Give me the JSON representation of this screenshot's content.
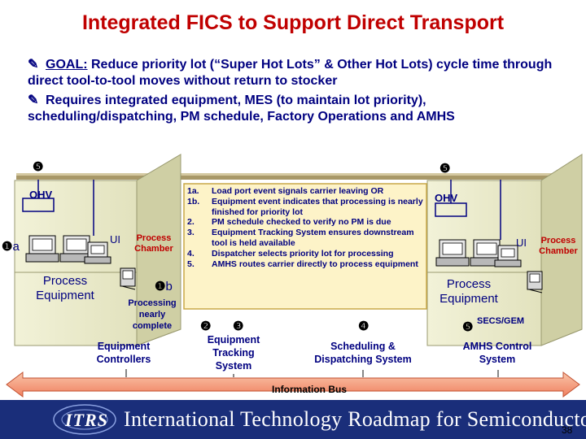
{
  "title": "Integrated FICS to Support Direct Transport",
  "bullets": [
    {
      "symbol": "✎",
      "lead": "GOAL:",
      "text": " Reduce priority lot (“Super Hot Lots” & Other Hot Lots) cycle time through direct tool-to-tool moves without return to stocker"
    },
    {
      "symbol": "✎",
      "text": "Requires integrated equipment, MES (to maintain lot priority), scheduling/dispatching, PM schedule, Factory Operations and AMHS"
    }
  ],
  "steps": [
    {
      "num": "1a.",
      "text": "Load port event signals carrier leaving OR"
    },
    {
      "num": "1b.",
      "text": "Equipment event indicates that processing is nearly finished for priority lot"
    },
    {
      "num": "2.",
      "text": "PM schedule checked to verify no PM is due"
    },
    {
      "num": "3.",
      "text": "Equipment Tracking System ensures downstream tool is held available"
    },
    {
      "num": "4.",
      "text": "Dispatcher selects priority lot for processing"
    },
    {
      "num": "5.",
      "text": "AMHS routes carrier directly to process equipment"
    }
  ],
  "left_tool": {
    "ohv": "OHV",
    "marker_5": "❺",
    "marker_1a": "❶",
    "marker_1a_suffix": "a",
    "process_equipment": "Process Equipment",
    "ui": "UI",
    "process_chamber": "Process Chamber",
    "marker_1b": "❶",
    "marker_1b_suffix": "b",
    "processing_note": "Processing nearly complete"
  },
  "right_tool": {
    "ohv": "OHV",
    "marker_5": "❺",
    "process_equipment": "Process Equipment",
    "ui": "UI",
    "process_chamber": "Process Chamber"
  },
  "systems": {
    "equipment_controllers": "Equipment Controllers",
    "marker_2": "❷",
    "marker_3": "❸",
    "equipment_tracking": "Equipment Tracking System",
    "marker_4": "❹",
    "scheduling": "Scheduling & Dispatching System",
    "marker_5": "❺",
    "secs_gem": "SECS/GEM",
    "amhs": "AMHS Control System"
  },
  "information_bus": "Information Bus",
  "footer": {
    "logo": "ITRS",
    "banner": "International Technology Roadmap for Semiconductors",
    "page_number": "38"
  },
  "colors": {
    "title": "#c00000",
    "text": "#000080",
    "box_fill": "#fdf3c8",
    "box_border": "#c8a848",
    "bus": "#f4a380",
    "banner": "#1a2e7a"
  }
}
